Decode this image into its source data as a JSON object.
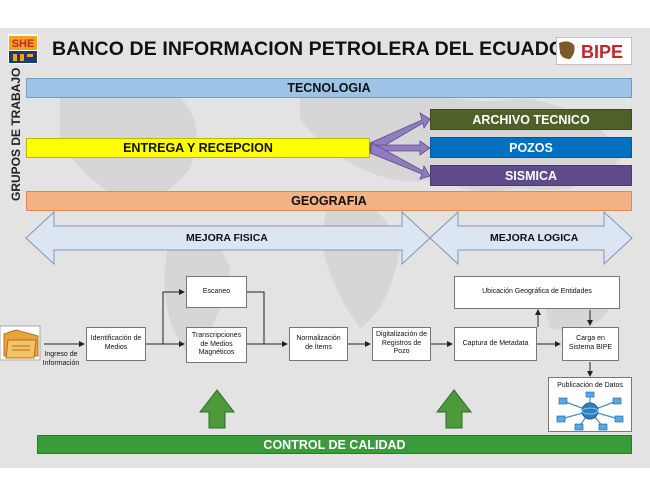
{
  "header": {
    "title": "BANCO DE INFORMACION PETROLERA DEL ECUADOR",
    "logo_left_text": "SHE",
    "logo_right_text": "BIPE"
  },
  "side_label": "GRUPOS DE TRABAJO",
  "bars": {
    "tecnologia": "TECNOLOGIA",
    "entrega": "ENTREGA Y RECEPCION",
    "archivo": "ARCHIVO TECNICO",
    "pozos": "POZOS",
    "sismica": "SISMICA",
    "geografia": "GEOGRAFIA",
    "calidad": "CONTROL DE CALIDAD"
  },
  "mejora": {
    "fisica": "MEJORA FISICA",
    "logica": "MEJORA LOGICA"
  },
  "flow": {
    "ingreso": "Ingreso de Información",
    "identificacion": "Identificación de Medios",
    "escaneo": "Escaneo",
    "transcripciones": "Transcripciones de Medios Magnéticos",
    "normalizacion": "Normalización de Ítems",
    "digitalizacion": "Digitalización de Registros de Pozo",
    "ubicacion": "Ubicación Geográfica de Entidades",
    "captura": "Captura de Metadata",
    "carga": "Carga en Sistema BIPE",
    "publicacion": "Publicación de Datos"
  },
  "colors": {
    "tecnologia": "#9dc3e6",
    "entrega": "#ffff00",
    "archivo": "#4e6128",
    "pozos": "#0070c0",
    "sismica": "#5f4b8b",
    "geografia": "#f4b183",
    "calidad": "#3a9b3a"
  }
}
